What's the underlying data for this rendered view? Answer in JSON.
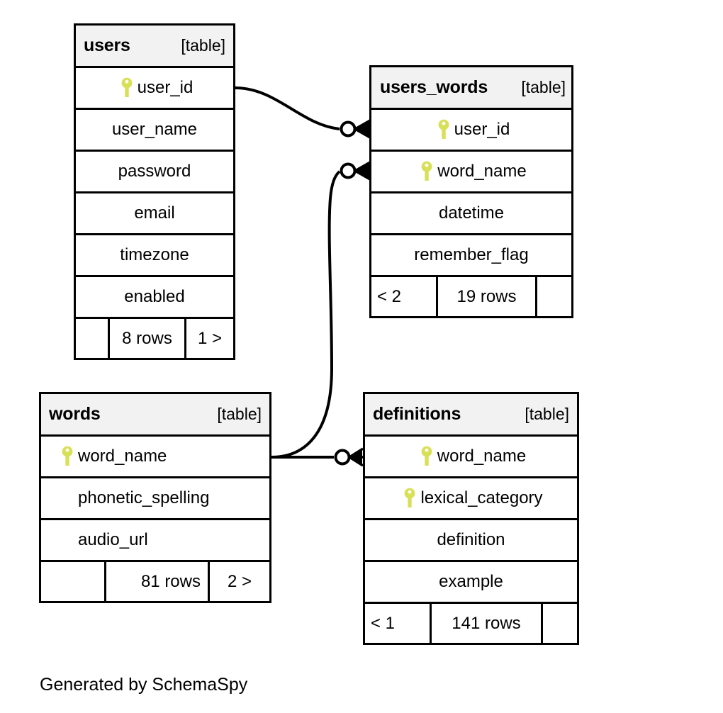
{
  "diagram": {
    "kind": "entity-relationship-diagram",
    "generator_caption": "Generated by SchemaSpy",
    "table_tag": "[table]",
    "colors": {
      "background": "#ffffff",
      "border": "#000000",
      "header_fill": "#f2f2f2",
      "primary_key_icon": "#d8e057",
      "text": "#000000"
    }
  },
  "entities": {
    "users": {
      "name": "users",
      "tag": "[table]",
      "columns": [
        {
          "name": "user_id",
          "primary_key": true
        },
        {
          "name": "user_name",
          "primary_key": false
        },
        {
          "name": "password",
          "primary_key": false
        },
        {
          "name": "email",
          "primary_key": false
        },
        {
          "name": "timezone",
          "primary_key": false
        },
        {
          "name": "enabled",
          "primary_key": false
        }
      ],
      "footer": {
        "left": "",
        "middle": "8 rows",
        "right": "1 >"
      }
    },
    "users_words": {
      "name": "users_words",
      "tag": "[table]",
      "columns": [
        {
          "name": "user_id",
          "primary_key": true
        },
        {
          "name": "word_name",
          "primary_key": true
        },
        {
          "name": "datetime",
          "primary_key": false
        },
        {
          "name": "remember_flag",
          "primary_key": false
        }
      ],
      "footer": {
        "left": "< 2",
        "middle": "19 rows",
        "right": ""
      }
    },
    "words": {
      "name": "words",
      "tag": "[table]",
      "columns": [
        {
          "name": "word_name",
          "primary_key": true
        },
        {
          "name": "phonetic_spelling",
          "primary_key": false
        },
        {
          "name": "audio_url",
          "primary_key": false
        }
      ],
      "footer": {
        "left": "",
        "middle": "81 rows",
        "right": "2 >"
      }
    },
    "definitions": {
      "name": "definitions",
      "tag": "[table]",
      "columns": [
        {
          "name": "word_name",
          "primary_key": true
        },
        {
          "name": "lexical_category",
          "primary_key": true
        },
        {
          "name": "definition",
          "primary_key": false
        },
        {
          "name": "example",
          "primary_key": false
        }
      ],
      "footer": {
        "left": "< 1",
        "middle": "141 rows",
        "right": ""
      }
    }
  },
  "relationships": [
    {
      "id": "users-to-users_words",
      "from_table": "users",
      "from_column": "user_id",
      "to_table": "users_words",
      "to_column": "user_id",
      "notation": "crows-foot-zero-or-many"
    },
    {
      "id": "words-to-users_words",
      "from_table": "words",
      "from_column": "word_name",
      "to_table": "users_words",
      "to_column": "word_name",
      "notation": "crows-foot-zero-or-many"
    },
    {
      "id": "words-to-definitions",
      "from_table": "words",
      "from_column": "word_name",
      "to_table": "definitions",
      "to_column": "word_name",
      "notation": "crows-foot-zero-or-many"
    }
  ]
}
